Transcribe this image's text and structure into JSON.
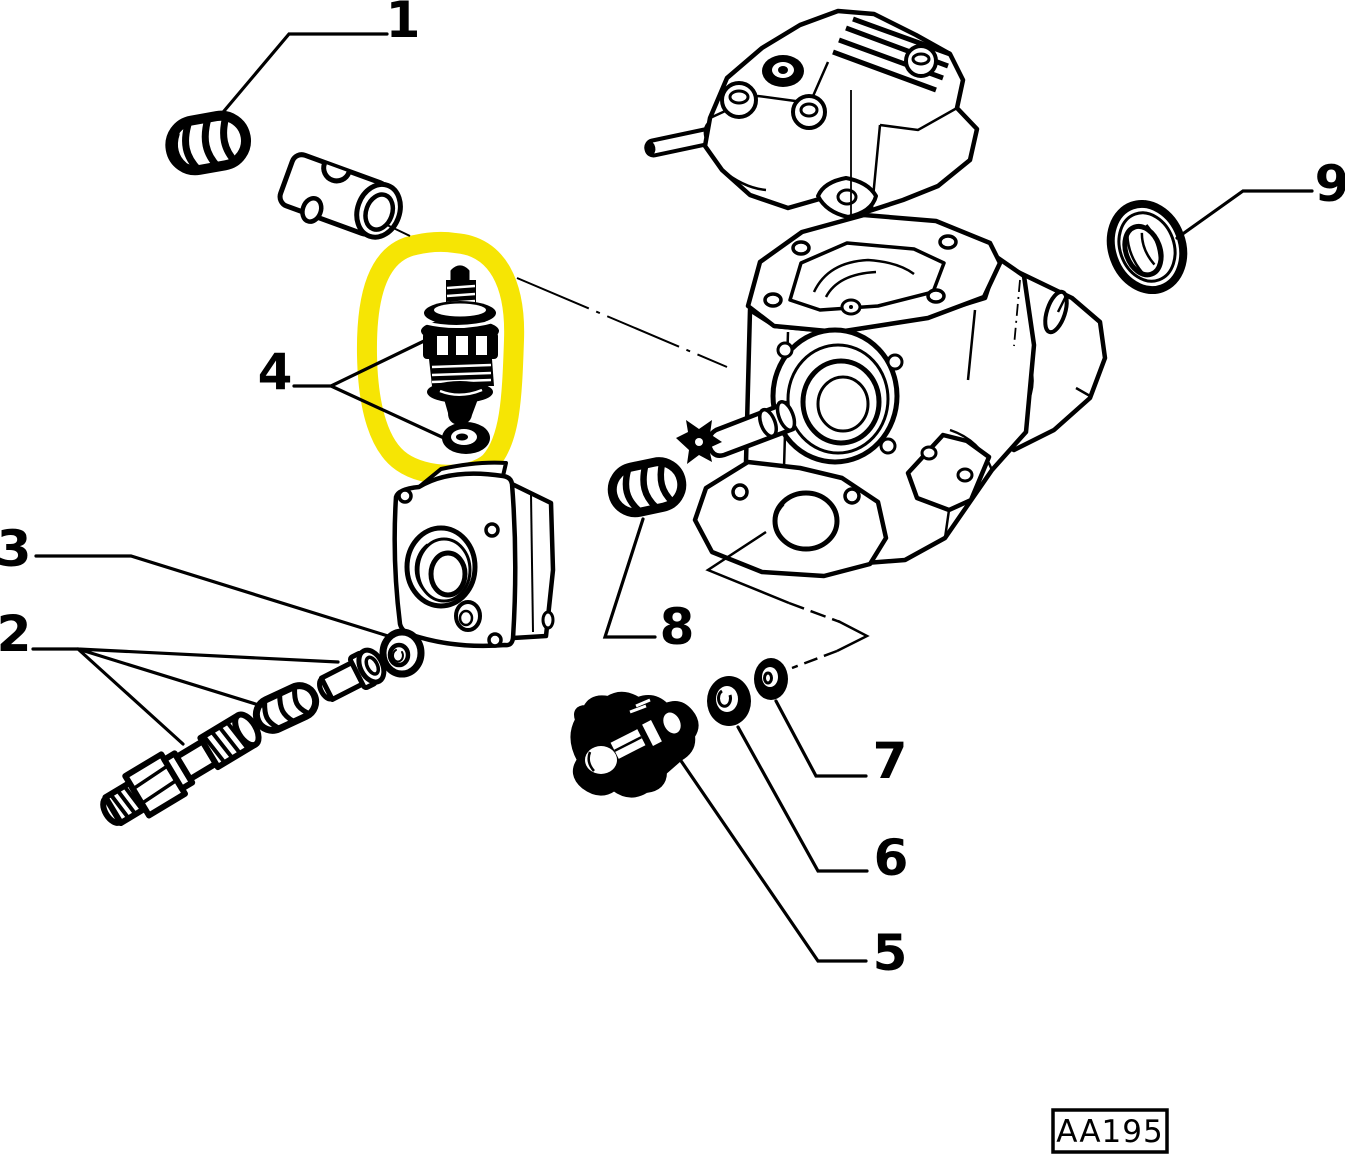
{
  "diagram": {
    "type": "exploded-parts-diagram",
    "subject": "fuel-injection-pump",
    "code_label": "AA195",
    "background_color": "#ffffff",
    "line_color": "#000000",
    "highlight_color": "#f6e504",
    "highlighted_callout": "4",
    "callouts": [
      {
        "label": "1",
        "part": "spring"
      },
      {
        "label": "2",
        "part": "union-bolt-spring-and-fitting"
      },
      {
        "label": "3",
        "part": "seal-washer"
      },
      {
        "label": "4",
        "part": "solenoid-stop-valve-with-o-ring"
      },
      {
        "label": "5",
        "part": "delivery-valve"
      },
      {
        "label": "6",
        "part": "seal-washer-large"
      },
      {
        "label": "7",
        "part": "seal-washer-small"
      },
      {
        "label": "8",
        "part": "spring"
      },
      {
        "label": "9",
        "part": "shaft-seal-ring"
      }
    ]
  }
}
